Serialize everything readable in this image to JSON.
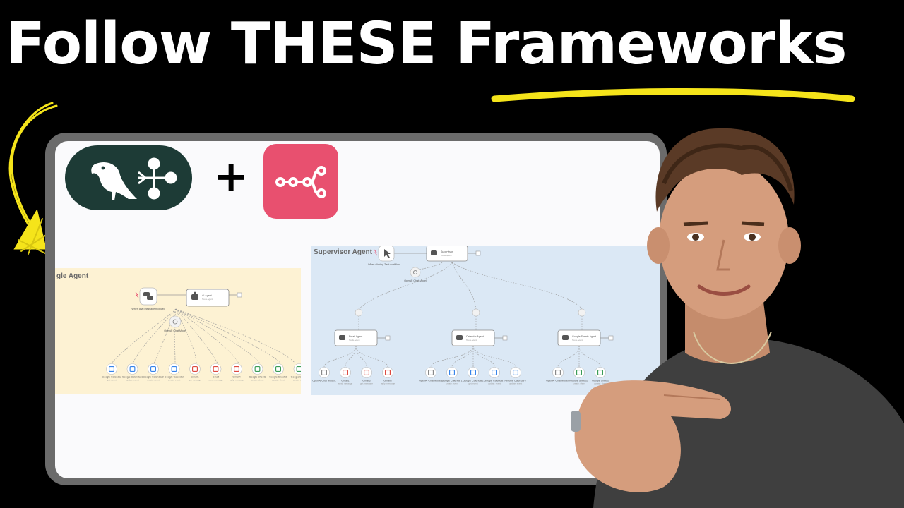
{
  "headline": "Follow THESE Frameworks",
  "plus": "+",
  "single_agent": {
    "title": "gle Agent",
    "trigger_label": "When chat message received",
    "agent_label": "AI Agent",
    "agent_sub": "Tools Agent",
    "model_label": "OpenAI Chat Model",
    "tools": [
      {
        "name": "Google Calendar",
        "sub": "get: event"
      },
      {
        "name": "Google Calendar1",
        "sub": "update: event"
      },
      {
        "name": "Google Calendar2",
        "sub": "create: event"
      },
      {
        "name": "Google Calendar",
        "sub": "create: event"
      },
      {
        "name": "Gmail1",
        "sub": "get: message"
      },
      {
        "name": "Gmail",
        "sub": "send: message"
      },
      {
        "name": "Gmail4",
        "sub": "reply: message"
      },
      {
        "name": "Google Sheets",
        "sub": "create: sheet"
      },
      {
        "name": "Google Sheets1",
        "sub": "update: sheet"
      },
      {
        "name": "Google Sheets",
        "sub": "create: sheet"
      }
    ]
  },
  "supervisor_agent": {
    "title": "Supervisor Agent",
    "trigger_label": "When clicking 'Test workflow'",
    "supervisor_label": "Supervisor",
    "supervisor_sub": "Tools Agent",
    "model_label": "OpenAI Chat Model",
    "sub_agents": [
      {
        "label": "Email Agent",
        "sub": "Tools Agent",
        "tools": [
          {
            "name": "OpenAI Chat Model1",
            "sub": ""
          },
          {
            "name": "Gmail1",
            "sub": "send: message"
          },
          {
            "name": "Gmail3",
            "sub": "get: message"
          },
          {
            "name": "Gmail3",
            "sub": "reply: message"
          }
        ]
      },
      {
        "label": "Calendar Agent",
        "sub": "Tools Agent",
        "tools": [
          {
            "name": "OpenAI Chat Model3",
            "sub": ""
          },
          {
            "name": "Google Calendar1",
            "sub": "create: event"
          },
          {
            "name": "Google Calendar2",
            "sub": "get: event"
          },
          {
            "name": "Google Calendar3",
            "sub": "update: event"
          },
          {
            "name": "Google Calendar4",
            "sub": "update: event"
          }
        ]
      },
      {
        "label": "Google Sheets Agent",
        "sub": "Tools Agent",
        "tools": [
          {
            "name": "OpenAI Chat Model5",
            "sub": ""
          },
          {
            "name": "Google Sheets1",
            "sub": "create: sheet"
          },
          {
            "name": "Google Sheets",
            "sub": "update: sheet"
          }
        ]
      }
    ]
  },
  "colors": {
    "background": "#000000",
    "highlight_yellow": "#f5e41a",
    "langgraph_green": "#1d3b36",
    "n8n_pink": "#e8506f",
    "single_panel_bg": "#fdf2d3",
    "supervisor_panel_bg": "#dbe8f5"
  },
  "icons": [
    "arrow-doodle-icon",
    "parrot-icon",
    "graph-nodes-icon",
    "n8n-nodes-icon",
    "chat-bubble-icon",
    "cursor-icon",
    "robot-icon",
    "openai-icon",
    "google-calendar-icon",
    "gmail-icon",
    "google-sheets-icon"
  ]
}
